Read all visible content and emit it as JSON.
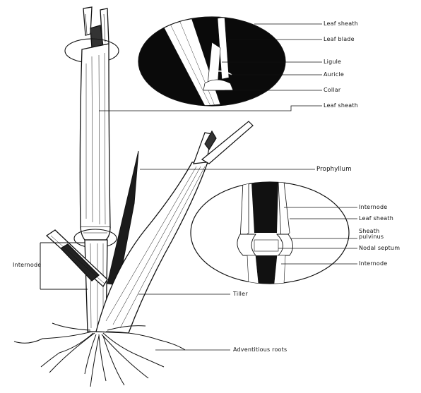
{
  "labels": {
    "top_leaf_sheath": "Leaf sheath",
    "leaf_blade": "Leaf blade",
    "ligule": "Ligule",
    "auricle": "Auricle",
    "collar": "Collar",
    "mid_leaf_sheath": "Leaf sheath",
    "prophyllum": "Prophyllum",
    "internode_right_top": "Internode",
    "leaf_sheath_right": "Leaf sheath",
    "sheath_pulvinus": "Sheath\npulvinus",
    "nodal_septum": "Nodal septum",
    "internode_right_bottom": "Internode",
    "internode_left": "Internode",
    "tiller": "Tiller",
    "adventitious_roots": "Adventitious roots"
  },
  "colors": {
    "ink": "#111111",
    "background": "#ffffff"
  }
}
